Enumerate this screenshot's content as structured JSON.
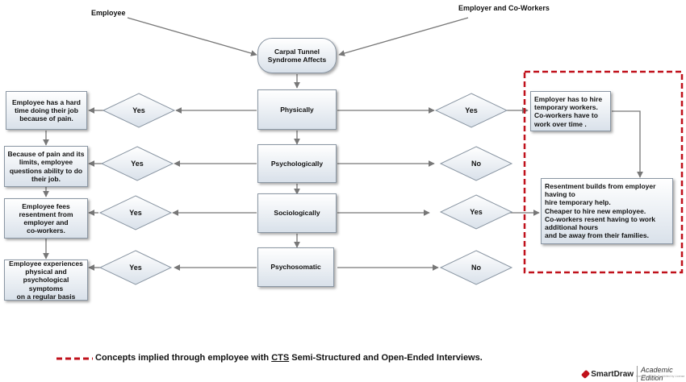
{
  "top_labels": {
    "employee": "Employee",
    "employer_coworkers": "Employer and Co-Workers"
  },
  "center": {
    "start": "Carpal Tunnel\nSyndrome Affects",
    "physically": "Physically",
    "psychologically": "Psychologically",
    "sociologically": "Sociologically",
    "psychosomatic": "Psychosomatic"
  },
  "left_decisions": [
    "Yes",
    "Yes",
    "Yes",
    "Yes"
  ],
  "right_decisions": [
    "Yes",
    "No",
    "Yes",
    "No"
  ],
  "left_outcomes": [
    "Employee has a hard\ntime doing their job\nbecause of pain.",
    "Because of pain and its\nlimits, employee\nquestions ability to do\ntheir job.",
    "Employee fees\nresentment from\nemployer and\nco-workers.",
    "Employee experiences\nphysical and\npsychological symptoms\non a regular basis"
  ],
  "right_outcomes": {
    "hire": "Employer has to hire\ntemporary workers.\nCo-workers have to\nwork over time .",
    "resentment": "Resentment builds from employer\nhaving to\nhire temporary help.\nCheaper to hire new employee.\nCo-workers resent having to work\nadditional hours\nand be away from their families."
  },
  "legend": {
    "text_before": "Concepts implied through employee with ",
    "text_cts": "CTS",
    "text_after": " Semi-Structured and Open-Ended Interviews.",
    "dash_color": "#c0111b"
  },
  "brand": {
    "logo": "SmartDraw",
    "edition": "Academic Edition",
    "sub": "Commercial Use Prohibited by License"
  }
}
